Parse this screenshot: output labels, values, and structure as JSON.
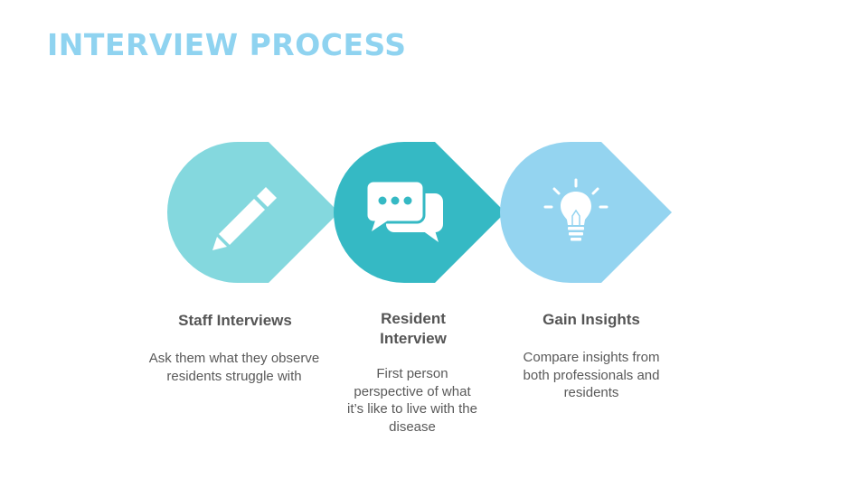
{
  "slide": {
    "title": "INTERVIEW PROCESS"
  },
  "steps": [
    {
      "heading": "Staff Interviews",
      "description": "Ask them what they observe residents struggle with",
      "icon": "pencil-icon",
      "color": "#84d8de"
    },
    {
      "heading": "Resident Interview",
      "description": "First person perspective of what it’s like to live with the disease",
      "icon": "chat-bubbles-icon",
      "color": "#35b9c4"
    },
    {
      "heading": "Gain Insights",
      "description": "Compare insights from both professionals and residents",
      "icon": "lightbulb-icon",
      "color": "#94d4f0"
    }
  ]
}
